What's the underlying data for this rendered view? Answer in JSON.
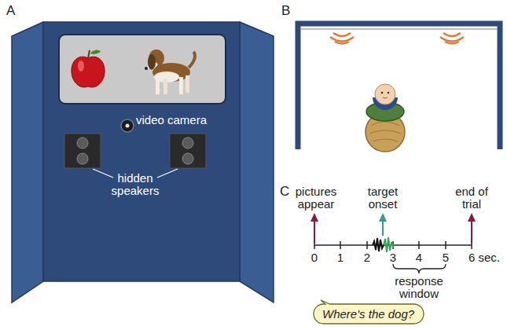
{
  "diagram": {
    "nodes": [
      {
        "text": [
          "Where's the dog?"
        ]
      }
    ],
    "labels": [
      "A",
      "video camera",
      "hidden speakers",
      "B",
      "C",
      "pictures appear",
      "target onset",
      "end of trial",
      "0",
      "1",
      "2",
      "3",
      "4",
      "5",
      "6 sec.",
      "response window"
    ]
  }
}
